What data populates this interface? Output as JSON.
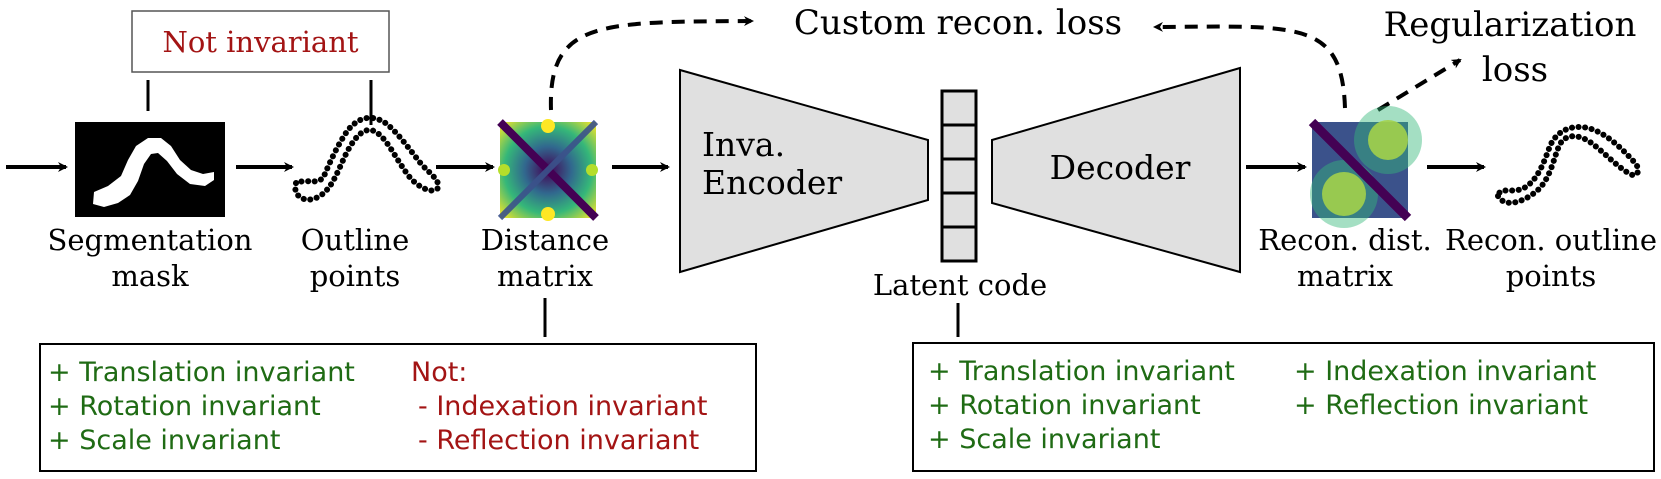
{
  "labels": {
    "not_invariant": "Not invariant",
    "segmentation_mask": [
      "Segmentation",
      "mask"
    ],
    "outline_points": [
      "Outline",
      "points"
    ],
    "distance_matrix": [
      "Distance",
      "matrix"
    ],
    "encoder": [
      "Inva.",
      "Encoder"
    ],
    "decoder": "Decoder",
    "latent_code": "Latent code",
    "recon_dist_matrix": [
      "Recon. dist.",
      "matrix"
    ],
    "recon_outline_points": [
      "Recon. outline",
      "points"
    ],
    "custom_recon_loss": "Custom recon. loss",
    "regularization_loss": [
      "Regularization",
      "loss"
    ]
  },
  "left_box": {
    "invariant": [
      "+ Translation invariant",
      "+ Rotation invariant",
      "+ Scale invariant"
    ],
    "not_heading": "Not:",
    "not_invariant": [
      "- Indexation invariant",
      "- Reflection invariant"
    ]
  },
  "right_box": {
    "col1": [
      "+ Translation invariant",
      "+ Rotation invariant",
      "+ Scale invariant"
    ],
    "col2": [
      "+ Indexation invariant",
      "+ Reflection invariant"
    ]
  },
  "colors": {
    "invariant_text": "#1f6b14",
    "not_invariant_text": "#a31414",
    "block_fill": "#e0e0e0",
    "arrow": "#000000"
  },
  "icons": {
    "arrow": "solid-arrow-icon",
    "loss_arrow": "dashed-arrow-icon"
  }
}
